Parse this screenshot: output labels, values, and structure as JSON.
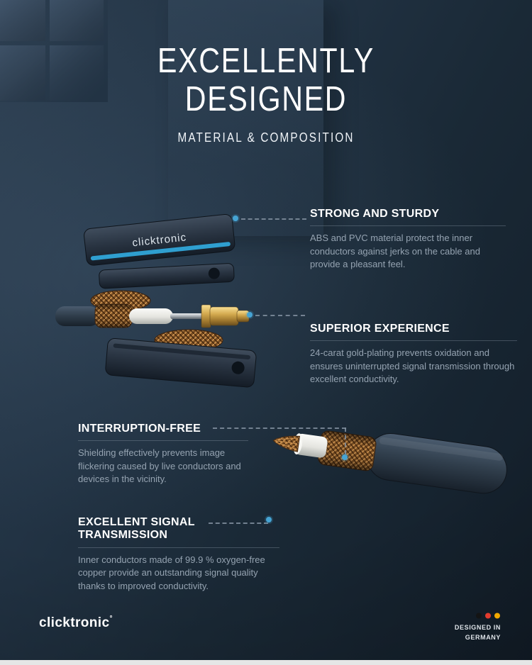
{
  "header": {
    "title_line1": "EXCELLENTLY",
    "title_line2": "DESIGNED",
    "subtitle": "MATERIAL & COMPOSITION"
  },
  "features": [
    {
      "heading": "STRONG AND STURDY",
      "body": "ABS and PVC material protect the inner conductors against jerks on the cable and provide a pleasant feel."
    },
    {
      "heading": "SUPERIOR EXPERIENCE",
      "body": "24-carat gold-plating prevents oxidation and ensures uninterrupted signal transmission through excellent conductivity."
    },
    {
      "heading": "INTERRUPTION-FREE",
      "body": "Shielding effectively prevents image flickering caused by live conductors and devices in the vicinity."
    },
    {
      "heading": "EXCELLENT SIGNAL TRANSMISSION",
      "body": "Inner conductors made of 99.9 % oxygen-free copper provide an outstanding signal quality thanks to improved conductivity."
    }
  ],
  "illustration": {
    "connector_label": "clicktronic"
  },
  "footer": {
    "brand": "clicktronic",
    "brand_mark": "°",
    "made_in_line1": "DESIGNED IN",
    "made_in_line2": "GERMANY"
  },
  "colors": {
    "background": "#1e2e3e",
    "accent_blue": "#2f9fd0",
    "heading_text": "#ffffff",
    "body_text": "#95a3b1",
    "leader_dot": "#46a4d4",
    "german_flag": {
      "black": "#141414",
      "red": "#e23b2e",
      "gold": "#f2a900"
    }
  }
}
